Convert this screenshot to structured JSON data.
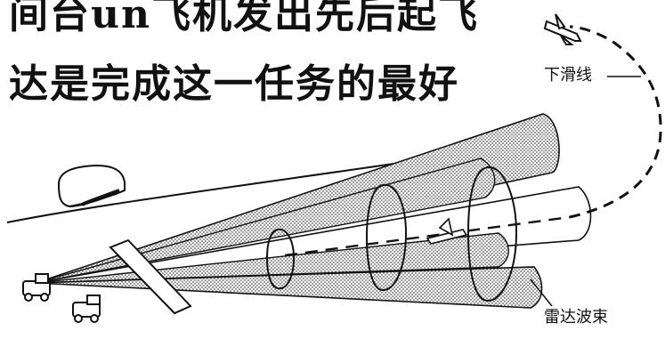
{
  "text": {
    "line1": "间台un飞机发出先后起飞",
    "line2": "达是完成这一任务的最好"
  },
  "labels": {
    "glide_path": "下滑线",
    "radar_beam": "雷达波束"
  },
  "colors": {
    "ink": "#111111",
    "beam_fill": "#9a9a9a"
  }
}
